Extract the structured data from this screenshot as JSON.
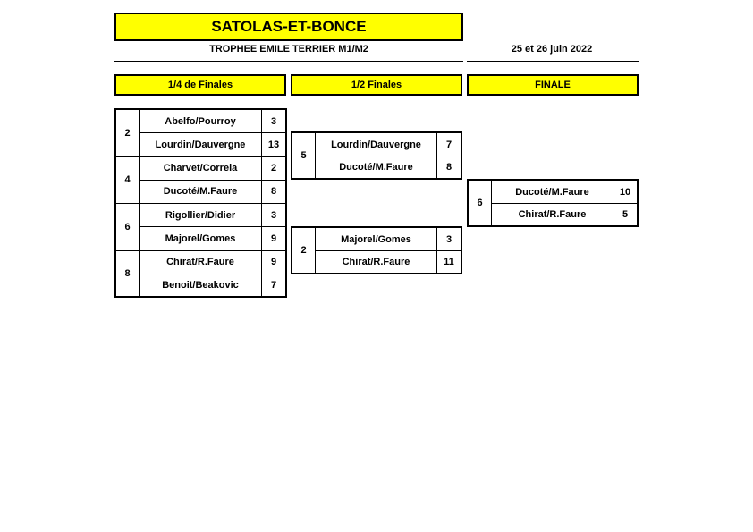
{
  "header": {
    "title": "SATOLAS-ET-BONCE",
    "trophy": "TROPHEE EMILE TERRIER M1/M2",
    "dates": "25 et 26 juin 2022"
  },
  "rounds": {
    "quarter_label": "1/4 de Finales",
    "semi_label": "1/2 Finales",
    "final_label": "FINALE"
  },
  "quarterfinals": [
    {
      "seed": "2",
      "teams": [
        {
          "name": "Abelfo/Pourroy",
          "score": "3"
        },
        {
          "name": "Lourdin/Dauvergne",
          "score": "13"
        }
      ]
    },
    {
      "seed": "4",
      "teams": [
        {
          "name": "Charvet/Correia",
          "score": "2"
        },
        {
          "name": "Ducoté/M.Faure",
          "score": "8"
        }
      ]
    },
    {
      "seed": "6",
      "teams": [
        {
          "name": "Rigollier/Didier",
          "score": "3"
        },
        {
          "name": "Majorel/Gomes",
          "score": "9"
        }
      ]
    },
    {
      "seed": "8",
      "teams": [
        {
          "name": "Chirat/R.Faure",
          "score": "9"
        },
        {
          "name": "Benoit/Beakovic",
          "score": "7"
        }
      ]
    }
  ],
  "semifinals": [
    {
      "seed": "5",
      "teams": [
        {
          "name": "Lourdin/Dauvergne",
          "score": "7"
        },
        {
          "name": "Ducoté/M.Faure",
          "score": "8"
        }
      ]
    },
    {
      "seed": "2",
      "teams": [
        {
          "name": "Majorel/Gomes",
          "score": "3"
        },
        {
          "name": "Chirat/R.Faure",
          "score": "11"
        }
      ]
    }
  ],
  "final": {
    "seed": "6",
    "teams": [
      {
        "name": "Ducoté/M.Faure",
        "score": "10"
      },
      {
        "name": "Chirat/R.Faure",
        "score": "5"
      }
    ]
  }
}
